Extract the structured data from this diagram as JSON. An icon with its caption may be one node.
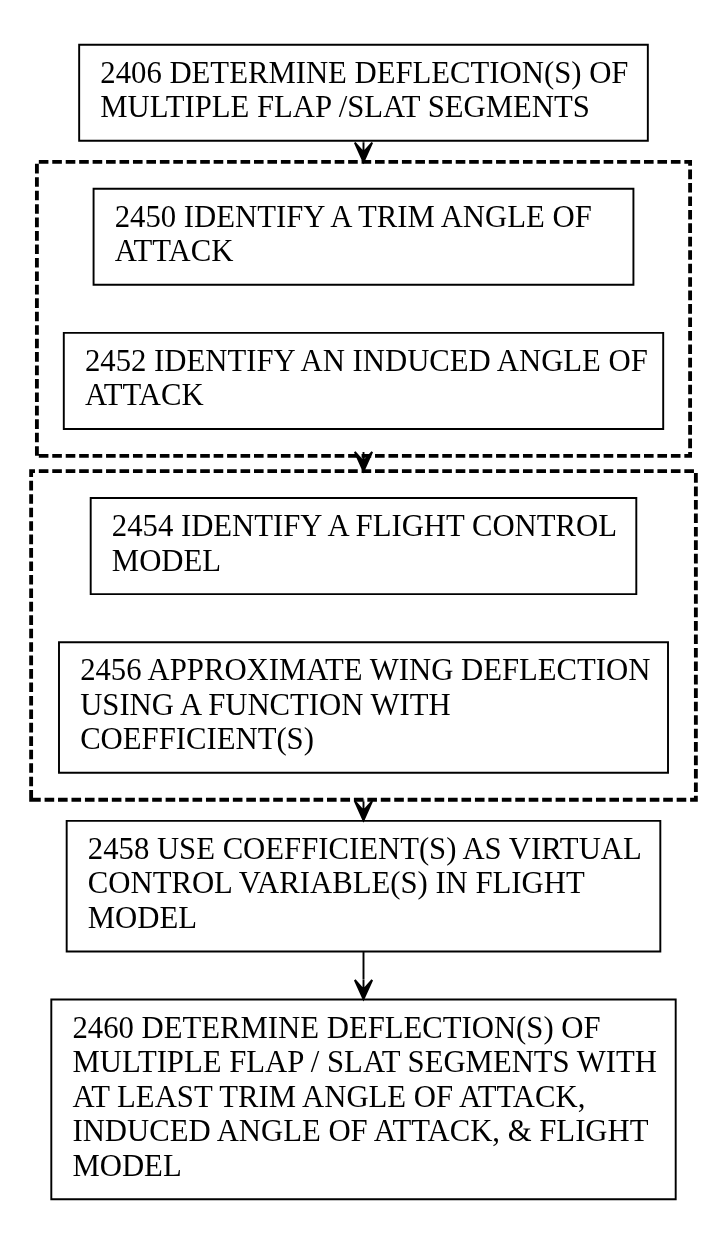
{
  "diagram": {
    "nodes": [
      {
        "text": [
          "2406 DETERMINE DEFLECTION(S) OF MULTIPLE FLAP /SLAT SEGMENTS"
        ]
      },
      {
        "text": [],
        "shape": "box"
      },
      {
        "text": [
          "2450 IDENTIFY A TRIM ANGLE OF ATTACK"
        ],
        "in": 1
      },
      {
        "text": [
          "2452 IDENTIFY AN INDUCED ANGLE OF ATTACK"
        ],
        "in": 1
      },
      {
        "text": [],
        "shape": "box"
      },
      {
        "text": [
          "2454 IDENTIFY A FLIGHT CONTROL MODEL"
        ],
        "in": 4
      },
      {
        "text": [
          "2456 APPROXIMATE WING DEFLECTION USING A FUNCTION WITH COEFFICIENT(S)"
        ],
        "in": 4
      },
      {
        "text": [
          "2458 USE COEFFICIENT(S) AS VIRTUAL CONTROL VARIABLE(S) IN FLIGHT MODEL"
        ]
      },
      {
        "text": [
          "2460 DETERMINE DEFLECTION(S) OF MULTIPLE FLAP / SLAT SEGMENTS WITH AT LEAST TRIM ANGLE OF ATTACK, INDUCED ANGLE OF ATTACK, & FLIGHT MODEL"
        ]
      }
    ],
    "edges": [
      {
        "from": 0,
        "to": 1,
        "arrow": "to"
      },
      {
        "from": 1,
        "to": 4,
        "arrow": "to"
      },
      {
        "from": 4,
        "to": 7,
        "arrow": "to"
      },
      {
        "from": 7,
        "to": 8,
        "arrow": "to"
      }
    ]
  }
}
